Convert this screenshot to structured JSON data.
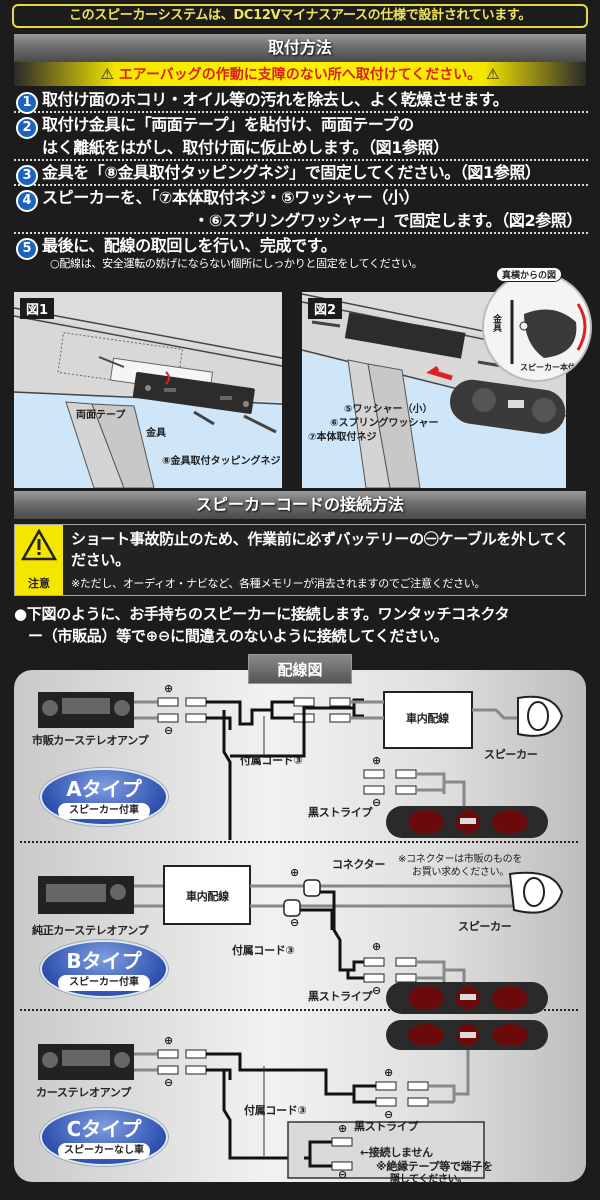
{
  "header": {
    "system_note": "このスピーカーシステムは、DC12Vマイナスアースの仕様で設計されています。"
  },
  "install": {
    "title": "取付方法",
    "airbag_warning": "エアーバッグの作動に支障のない所へ取付けてください。",
    "warning_icon": "warning-triangle-icon",
    "steps": [
      {
        "num": "1",
        "text": "取付け面のホコリ・オイル等の汚れを除去し、よく乾燥させます。"
      },
      {
        "num": "2",
        "text": "取付け金具に「両面テープ」を貼付け、両面テープの",
        "text2": "はく離紙をはがし、取付け面に仮止めします。（図1参照）"
      },
      {
        "num": "3",
        "text": "金具を「⑧金具取付タッピングネジ」で固定してください。（図1参照）"
      },
      {
        "num": "4",
        "text": "スピーカーを、「⑦本体取付ネジ・⑤ワッシャー（小）",
        "text2": "・⑥スプリングワッシャー」で固定します。（図2参照）"
      },
      {
        "num": "5",
        "text": "最後に、配線の取回しを行い、完成です。",
        "sub": "○配線は、安全運転の妨げにならない個所にしっかりと固定をしてください。"
      }
    ]
  },
  "fig1": {
    "label": "図1",
    "labels": {
      "tape": "両面テープ",
      "bracket": "金具",
      "screw": "⑧金具取付タッピングネジ"
    }
  },
  "fig2": {
    "label": "図2",
    "labels": {
      "washer_small": "⑤ワッシャー（小）",
      "spring_washer": "⑥スプリングワッシャー",
      "body_screw": "⑦本体取付ネジ"
    },
    "side_view": {
      "title": "真横からの図",
      "bracket": "金具",
      "body": "スピーカー本体"
    }
  },
  "connection": {
    "title": "スピーカーコードの接続方法",
    "caution": {
      "label": "注意",
      "main": "ショート事故防止のため、作業前に必ずバッテリーの㊀ケーブルを外してください。",
      "sub": "※ただし、オーディオ・ナビなど、各種メモリーが消去されますのでご注意ください。"
    },
    "intro_line1": "●下図のように、お手持ちのスピーカーに接続します。ワンタッチコネクタ",
    "intro_line2": "ー（市販品）等で⊕⊖に間違えのないように接続してください。"
  },
  "wiring": {
    "title": "配線図",
    "plus": "⊕",
    "minus": "⊖",
    "type_a": {
      "badge": "Aタイプ",
      "badge_sub": "スピーカー付車",
      "stereo": "市販カーステレオアンプ",
      "in_car": "車内配線",
      "speaker": "スピーカー",
      "cord": "付属コード③",
      "stripe": "黒ストライプ"
    },
    "type_b": {
      "badge": "Bタイプ",
      "badge_sub": "スピーカー付車",
      "stereo": "純正カーステレオアンプ",
      "in_car": "車内配線",
      "connector": "コネクター",
      "connector_note1": "※コネクターは市販のものを",
      "connector_note2": "お買い求めください。",
      "speaker": "スピーカー",
      "cord": "付属コード③",
      "stripe": "黒ストライプ"
    },
    "type_c": {
      "badge": "Cタイプ",
      "badge_sub": "スピーカーなし車",
      "stereo": "カーステレオアンプ",
      "cord": "付属コード③",
      "stripe": "黒ストライプ",
      "not_connected": "←接続しません",
      "insulate_note1": "※絶縁テープ等で端子を",
      "insulate_note2": "隠してください。"
    }
  }
}
